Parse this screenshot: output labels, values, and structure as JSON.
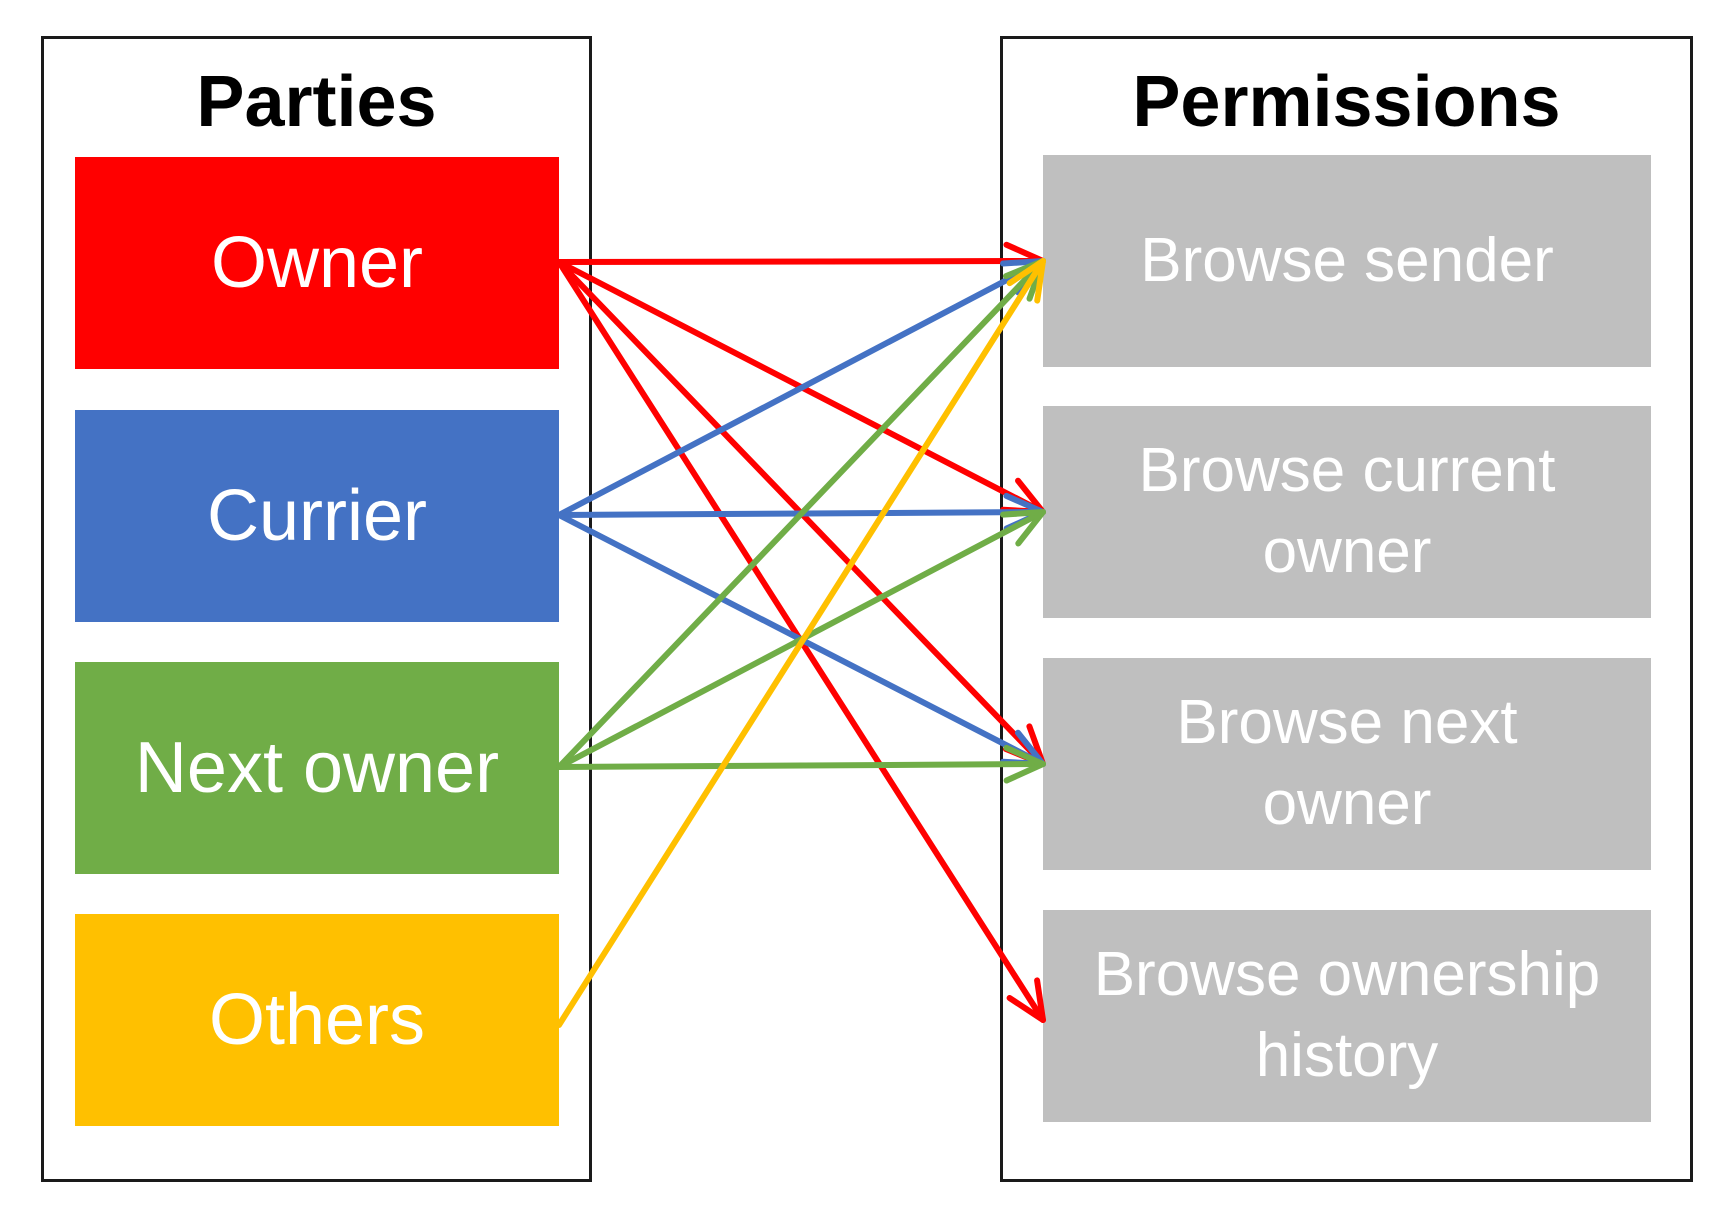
{
  "parties_title": "Parties",
  "permissions_title": "Permissions",
  "parties": [
    {
      "id": "owner",
      "label": "Owner",
      "color": "#ff0000"
    },
    {
      "id": "currier",
      "label": "Currier",
      "color": "#4472c4"
    },
    {
      "id": "next-owner",
      "label": "Next owner",
      "color": "#70ad47"
    },
    {
      "id": "others",
      "label": "Others",
      "color": "#ffc000"
    }
  ],
  "permissions": [
    {
      "id": "browse-sender",
      "label": "Browse sender"
    },
    {
      "id": "browse-current-owner",
      "label": "Browse current owner"
    },
    {
      "id": "browse-next-owner",
      "label": "Browse next owner"
    },
    {
      "id": "browse-ownership-history",
      "label": "Browse ownership history"
    }
  ],
  "permission_box_color": "#bfbfbf",
  "connections": [
    {
      "from": "owner",
      "to": "browse-sender"
    },
    {
      "from": "owner",
      "to": "browse-current-owner"
    },
    {
      "from": "owner",
      "to": "browse-next-owner"
    },
    {
      "from": "owner",
      "to": "browse-ownership-history"
    },
    {
      "from": "currier",
      "to": "browse-sender"
    },
    {
      "from": "currier",
      "to": "browse-current-owner"
    },
    {
      "from": "currier",
      "to": "browse-next-owner"
    },
    {
      "from": "next-owner",
      "to": "browse-sender"
    },
    {
      "from": "next-owner",
      "to": "browse-current-owner"
    },
    {
      "from": "next-owner",
      "to": "browse-next-owner"
    },
    {
      "from": "others",
      "to": "browse-sender"
    }
  ]
}
